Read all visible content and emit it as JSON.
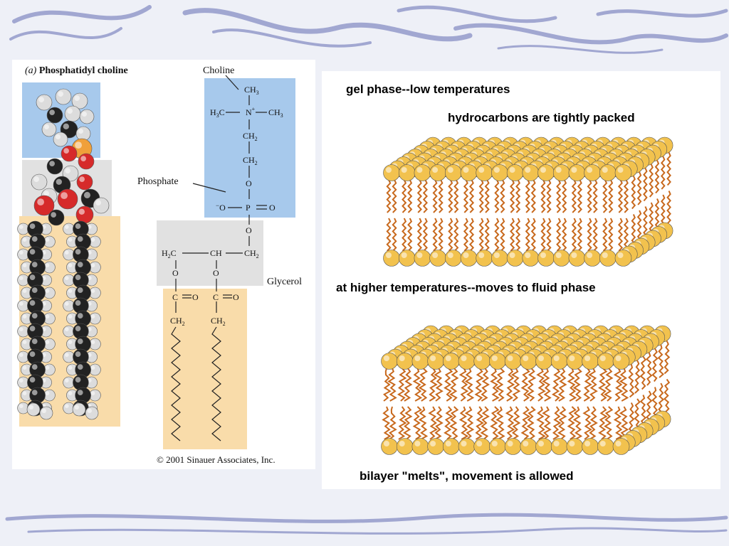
{
  "left_figure": {
    "panel_letter": "(a)",
    "title": "Phosphatidyl choline",
    "labels": {
      "choline": "Choline",
      "phosphate": "Phosphate",
      "glycerol": "Glycerol"
    },
    "formula": {
      "methyl_top": "CH",
      "methyl_left": "H",
      "methyl_left_c": "C",
      "methyl_right": "CH",
      "nitrogen": "N",
      "ch2": "CH",
      "oxygen": "O",
      "phosphorus": "P",
      "o_minus": "O",
      "h2c": "H",
      "h2c_c": "C",
      "ch": "CH",
      "carbonyl_c": "C",
      "sub3": "3",
      "sub2": "2",
      "plus": "+",
      "minus": "−"
    },
    "copyright": "© 2001 Sinauer Associates, Inc."
  },
  "right_figure": {
    "caption_gel": "gel phase--low temperatures",
    "caption_packed": "hydrocarbons are tightly packed",
    "caption_fluid": "at higher temperatures--moves to fluid phase",
    "caption_melts": "bilayer \"melts\", movement is allowed"
  },
  "colors": {
    "choline_region": "#a7c9ec",
    "glycerol_region": "#e1e1e1",
    "tail_region": "#f9dcaa",
    "headgroup_ball": "#f2c24e",
    "tail_line": "#c8691d",
    "oxygen_atom": "#d62a2a",
    "phosphorus_atom": "#f0a03a",
    "carbon_atom": "#222222",
    "hydrogen_atom": "#dcdcdc"
  }
}
